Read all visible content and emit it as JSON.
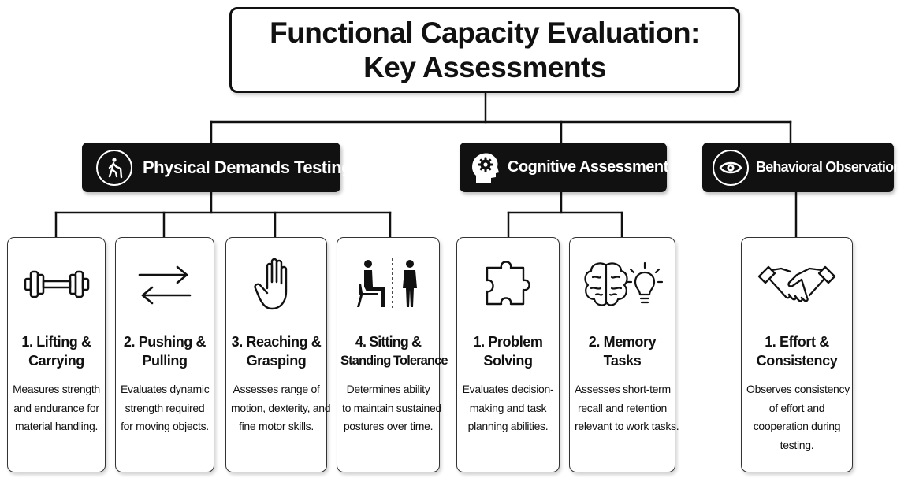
{
  "title": {
    "line1": "Functional Capacity Evaluation:",
    "line2": "Key Assessments"
  },
  "categories": [
    {
      "label": "Physical Demands Testing",
      "icon": "walking-person-icon",
      "items": [
        {
          "icon": "dumbbell-icon",
          "title": [
            "1. Lifting &",
            "Carrying"
          ],
          "desc": [
            "Measures strength",
            "and endurance for",
            "material handling."
          ]
        },
        {
          "icon": "push-pull-arrows-icon",
          "title": [
            "2. Pushing &",
            "Pulling"
          ],
          "desc": [
            "Evaluates dynamic",
            "strength required",
            "for moving objects."
          ]
        },
        {
          "icon": "open-hand-icon",
          "title": [
            "3. Reaching &",
            "Grasping"
          ],
          "desc": [
            "Assesses range of",
            "motion, dexterity, and",
            "fine motor skills."
          ]
        },
        {
          "icon": "sitting-standing-person-icon",
          "title": [
            "4. Sitting &",
            "Standing Tolerance"
          ],
          "desc": [
            "Determines ability",
            "to maintain sustained",
            "postures over time."
          ]
        }
      ]
    },
    {
      "label": "Cognitive Assessment",
      "icon": "head-gear-icon",
      "items": [
        {
          "icon": "puzzle-piece-icon",
          "title": [
            "1. Problem",
            "Solving"
          ],
          "desc": [
            "Evaluates decision-",
            "making and task",
            "planning abilities."
          ]
        },
        {
          "icon": "brain-lightbulb-icon",
          "title": [
            "2. Memory",
            "Tasks"
          ],
          "desc": [
            "Assesses short-term",
            "recall and retention",
            "relevant to work tasks."
          ]
        }
      ]
    },
    {
      "label": "Behavioral Observation",
      "icon": "eye-icon",
      "items": [
        {
          "icon": "handshake-icon",
          "title": [
            "1. Effort &",
            "Consistency"
          ],
          "desc": [
            "Observes consistency",
            "of effort and",
            "cooperation during",
            "testing."
          ]
        }
      ]
    }
  ]
}
